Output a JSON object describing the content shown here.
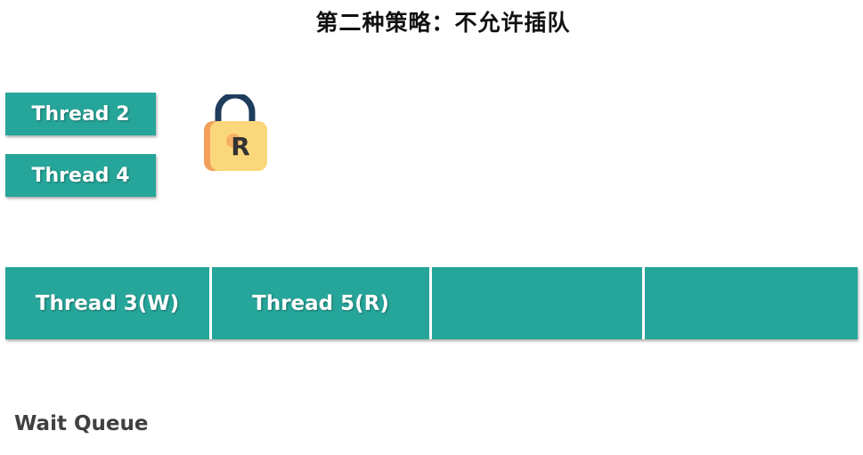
{
  "title": "第二种策略：不允许插队",
  "lock_holders": [
    {
      "label": "Thread 2"
    },
    {
      "label": "Thread 4"
    }
  ],
  "lock": {
    "icon": "padlock-icon",
    "mode_letter": "R",
    "colors": {
      "shackle": "#1e3d5c",
      "body": "#fad77a",
      "body_shadow": "#f3a05c"
    }
  },
  "wait_queue": {
    "slots": [
      {
        "label": "Thread 3(W)"
      },
      {
        "label": "Thread 5(R)"
      },
      {
        "label": ""
      },
      {
        "label": ""
      }
    ],
    "caption": "Wait Queue"
  },
  "colors": {
    "thread_box": "#26a69a",
    "text_on_box": "#ffffff"
  }
}
